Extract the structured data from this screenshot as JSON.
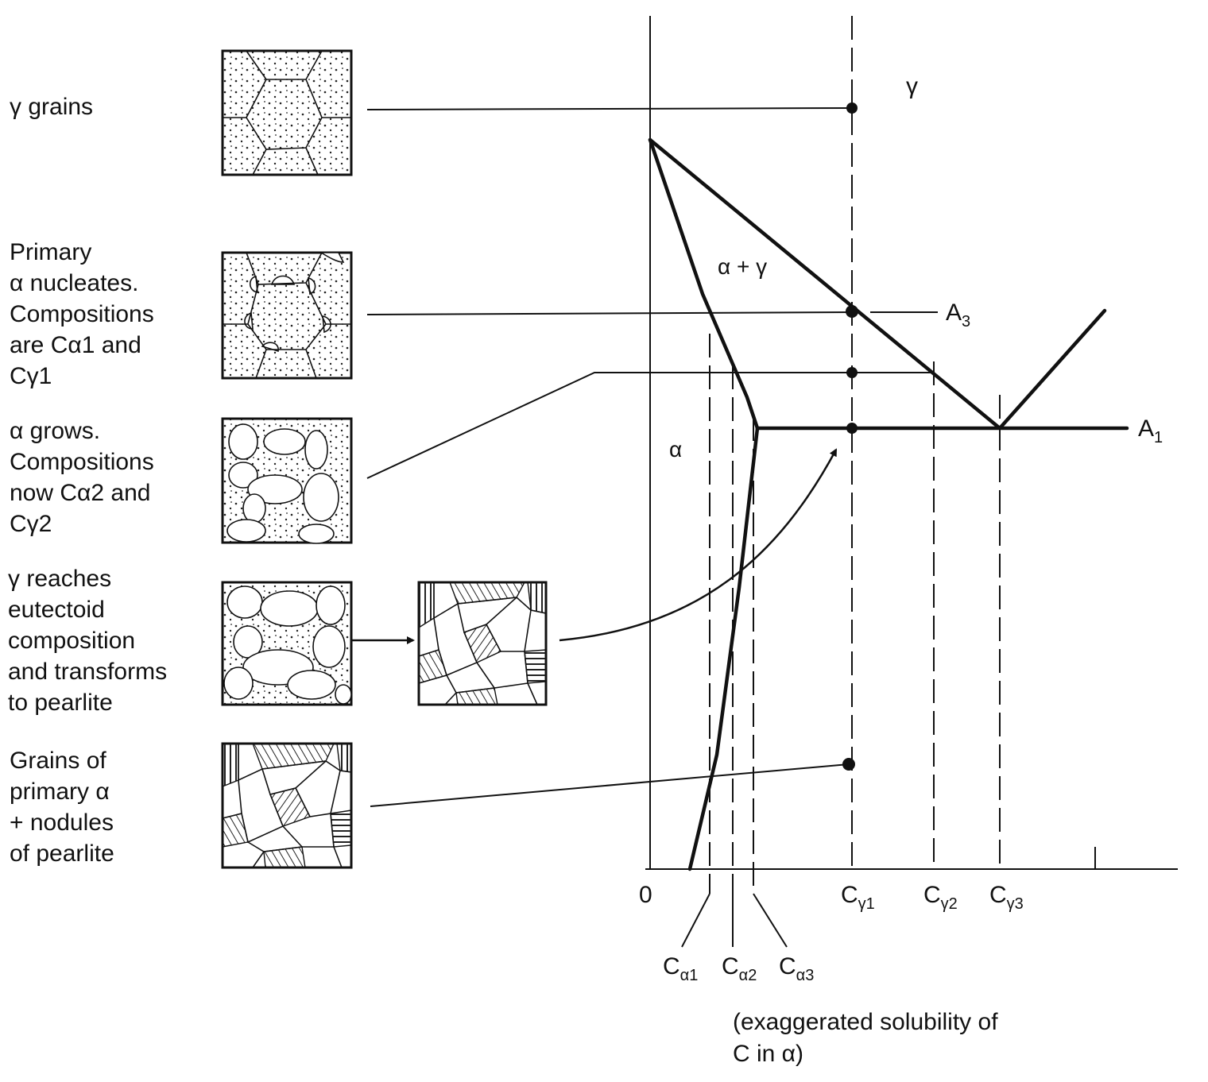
{
  "stages": [
    {
      "lines": [
        "γ grains"
      ]
    },
    {
      "lines": [
        "Primary",
        "α nucleates.",
        "Compositions",
        "are Cα1 and",
        "Cγ1"
      ]
    },
    {
      "lines": [
        "α grows.",
        "Compositions",
        "now Cα2 and",
        "Cγ2"
      ]
    },
    {
      "lines": [
        "γ reaches",
        "eutectoid",
        "composition",
        "and transforms",
        "to pearlite"
      ]
    },
    {
      "lines": [
        "Grains of",
        "primary α",
        "+ nodules",
        "of pearlite"
      ]
    }
  ],
  "phase_labels": {
    "gamma": "γ",
    "alpha_plus_gamma": "α + γ",
    "alpha": "α"
  },
  "line_labels": {
    "A3": {
      "main": "A",
      "sub": "3"
    },
    "A1": {
      "main": "A",
      "sub": "1"
    }
  },
  "axis": {
    "origin": "0",
    "upper_ticks": [
      {
        "main": "C",
        "sub": "γ1"
      },
      {
        "main": "C",
        "sub": "γ2"
      },
      {
        "main": "C",
        "sub": "γ3"
      }
    ],
    "lower_ticks": [
      {
        "main": "C",
        "sub": "α1"
      },
      {
        "main": "C",
        "sub": "α2"
      },
      {
        "main": "C",
        "sub": "α3"
      }
    ]
  },
  "note": [
    "(exaggerated solubility of",
    "C in α)"
  ]
}
